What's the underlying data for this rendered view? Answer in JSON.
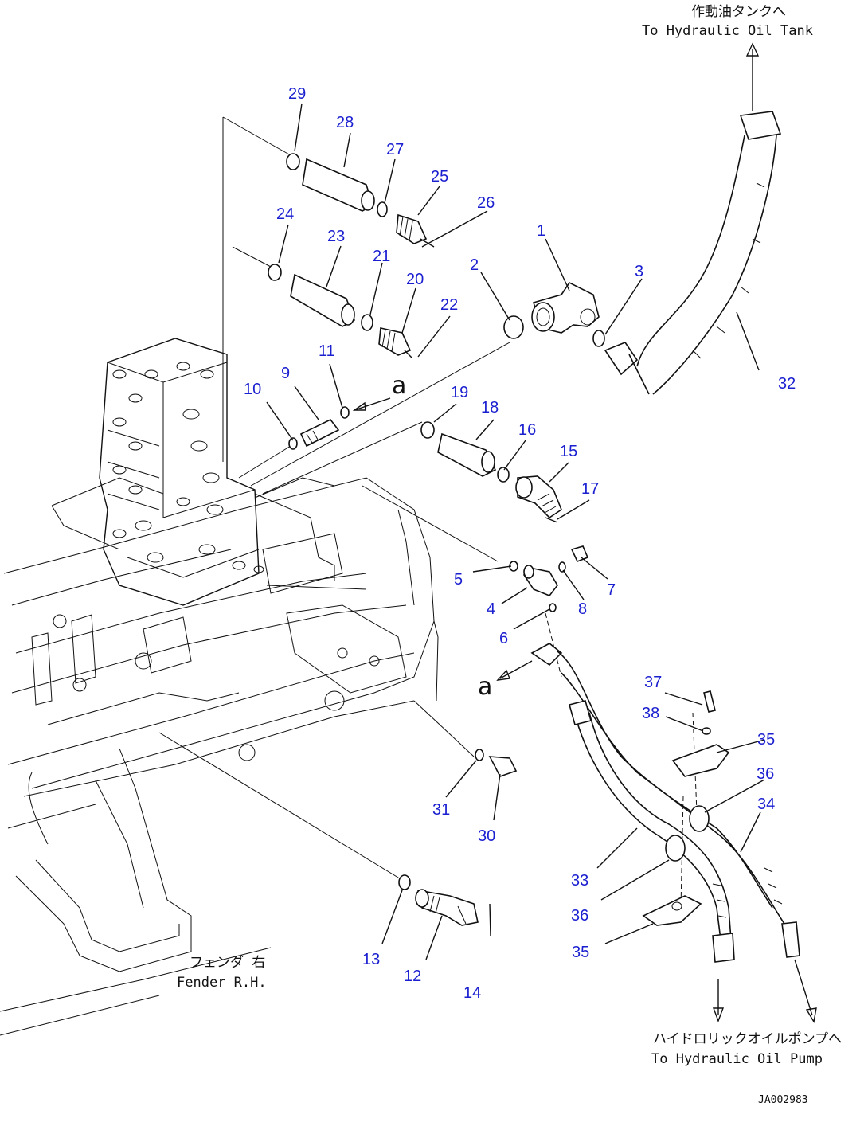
{
  "diagram": {
    "callouts": {
      "p1": "1",
      "p2": "2",
      "p3": "3",
      "p4": "4",
      "p5": "5",
      "p6": "6",
      "p7": "7",
      "p8": "8",
      "p9": "9",
      "p10": "10",
      "p11": "11",
      "p12": "12",
      "p13": "13",
      "p14": "14",
      "p15": "15",
      "p16": "16",
      "p17": "17",
      "p18": "18",
      "p19": "19",
      "p20": "20",
      "p21": "21",
      "p22": "22",
      "p23": "23",
      "p24": "24",
      "p25": "25",
      "p26": "26",
      "p27": "27",
      "p28": "28",
      "p29": "29",
      "p30": "30",
      "p31": "31",
      "p32": "32",
      "p33": "33",
      "p34": "34",
      "p35a": "35",
      "p35b": "35",
      "p36a": "36",
      "p36b": "36",
      "p37": "37",
      "p38": "38"
    },
    "arrow_marks": {
      "upper": "a",
      "lower": "a"
    },
    "captions": {
      "tank_jp": "作動油タンクへ",
      "tank_en": "To Hydraulic Oil Tank",
      "pump_jp": "ハイドロリックオイルポンプへ",
      "pump_en": "To Hydraulic Oil Pump",
      "fender_jp": "フェンダ 右",
      "fender_en": "Fender R.H."
    },
    "drawing_id": "JA002983",
    "label_color": "#1a1fd0"
  }
}
